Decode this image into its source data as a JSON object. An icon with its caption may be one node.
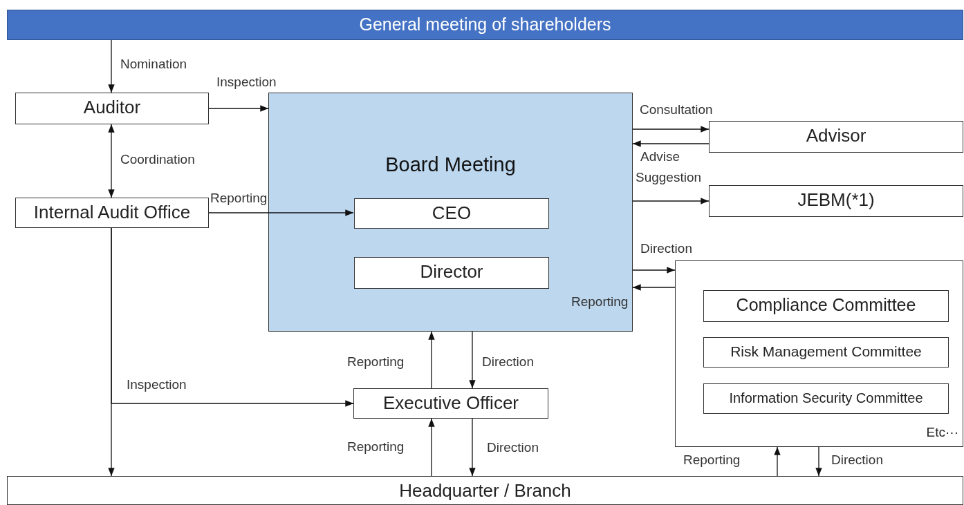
{
  "diagram": {
    "nodes": [
      {
        "text": [
          "General meeting of shareholders"
        ]
      },
      {
        "text": [
          "Auditor"
        ]
      },
      {
        "text": [
          "Internal Audit Office"
        ]
      },
      {
        "text": [
          "Board Meeting"
        ]
      },
      {
        "text": [
          "CEO"
        ],
        "in": 3
      },
      {
        "text": [
          "Director"
        ],
        "in": 3
      },
      {
        "text": [
          "Advisor"
        ]
      },
      {
        "text": [
          "JEBM(*1)"
        ]
      },
      {
        "text": [
          "Etc···"
        ]
      },
      {
        "text": [
          "Compliance Committee"
        ],
        "in": 8
      },
      {
        "text": [
          "Risk Management Committee"
        ],
        "in": 8
      },
      {
        "text": [
          "Information Security Committee"
        ],
        "in": 8
      },
      {
        "text": [
          "Executive Officer"
        ]
      },
      {
        "text": [
          "Headquarter / Branch"
        ]
      }
    ],
    "edges": [
      {
        "from": 0,
        "to": 1,
        "arrow": "to",
        "label": "Nomination"
      },
      {
        "from": 1,
        "to": 3,
        "arrow": "to",
        "label": "Inspection"
      },
      {
        "from": 1,
        "to": 2,
        "arrow": "both",
        "label": "Coordination"
      },
      {
        "from": 2,
        "to": 4,
        "arrow": "to",
        "label": "Reporting"
      },
      {
        "from": 3,
        "to": 6,
        "arrow": "to",
        "label": "Consultation"
      },
      {
        "from": 6,
        "to": 3,
        "arrow": "to",
        "label": "Advise"
      },
      {
        "from": 3,
        "to": 7,
        "arrow": "to",
        "label": "Suggestion"
      },
      {
        "from": 3,
        "to": 8,
        "arrow": "to",
        "label": "Direction"
      },
      {
        "from": 8,
        "to": 3,
        "arrow": "to",
        "label": "Reporting"
      },
      {
        "from": 12,
        "to": 3,
        "arrow": "to",
        "label": "Reporting"
      },
      {
        "from": 3,
        "to": 12,
        "arrow": "to",
        "label": "Direction"
      },
      {
        "from": 2,
        "to": 12,
        "arrow": "to",
        "label": "Inspection"
      },
      {
        "from": 2,
        "to": 13,
        "arrow": "to"
      },
      {
        "from": 13,
        "to": 12,
        "arrow": "to",
        "label": "Reporting"
      },
      {
        "from": 12,
        "to": 13,
        "arrow": "to",
        "label": "Direction"
      },
      {
        "from": 13,
        "to": 8,
        "arrow": "to",
        "label": "Reporting"
      },
      {
        "from": 8,
        "to": 13,
        "arrow": "to",
        "label": "Direction"
      }
    ]
  }
}
